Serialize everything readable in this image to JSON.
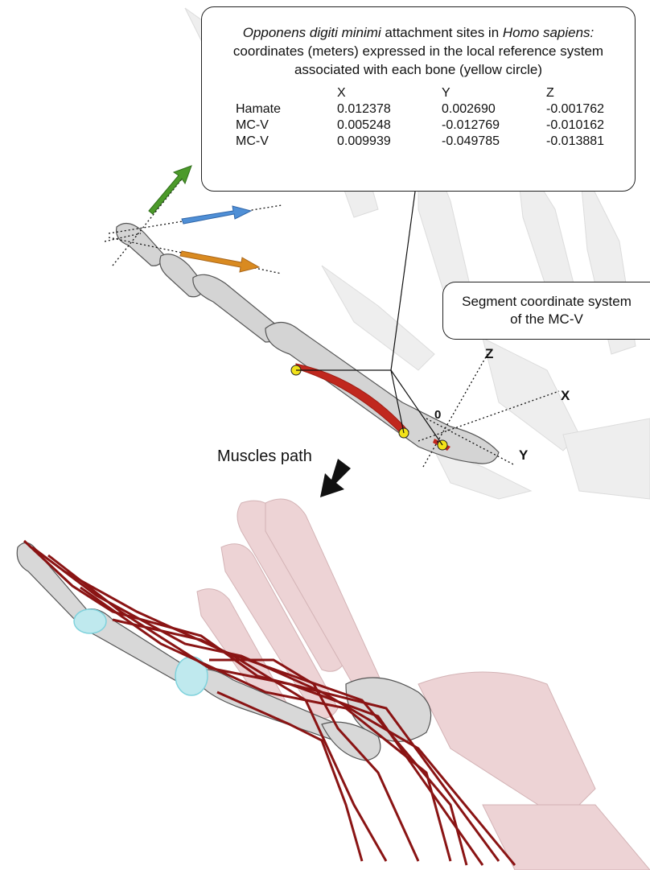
{
  "info_box": {
    "title_italic": "Opponens digiti minimi",
    "title_rest": " attachment sites in ",
    "title_italic2": "Homo sapiens:",
    "line2": "coordinates (meters) expressed in the local reference system",
    "line3": "associated with each bone (yellow circle)",
    "columns": [
      "",
      "X",
      "Y",
      "Z"
    ],
    "rows": [
      {
        "bone": "Hamate",
        "x": "0.012378",
        "y": "0.002690",
        "z": "-0.001762"
      },
      {
        "bone": "MC-V",
        "x": "0.005248",
        "y": "-0.012769",
        "z": "-0.010162"
      },
      {
        "bone": "MC-V",
        "x": "0.009939",
        "y": "-0.049785",
        "z": "-0.013881"
      }
    ]
  },
  "segment_box": {
    "text_line1": "Segment coordinate system",
    "text_line2": "of the MC-V"
  },
  "axes": {
    "z": "Z",
    "x": "X",
    "y": "Y",
    "origin": "0"
  },
  "muscles_path_label": "Muscles path",
  "colors": {
    "muscle": "#c0281e",
    "muscle_path": "#8a1414",
    "attachment": "#f2e21a",
    "arrow_green": "#4c9a2a",
    "arrow_blue": "#4f8fd6",
    "arrow_orange": "#d98a20",
    "bone": "#cfcfcf",
    "ghost_bone": "#e8e8e8",
    "pink_bone": "#e9c9cb",
    "wrap_cyan": "#7fd2dc"
  }
}
